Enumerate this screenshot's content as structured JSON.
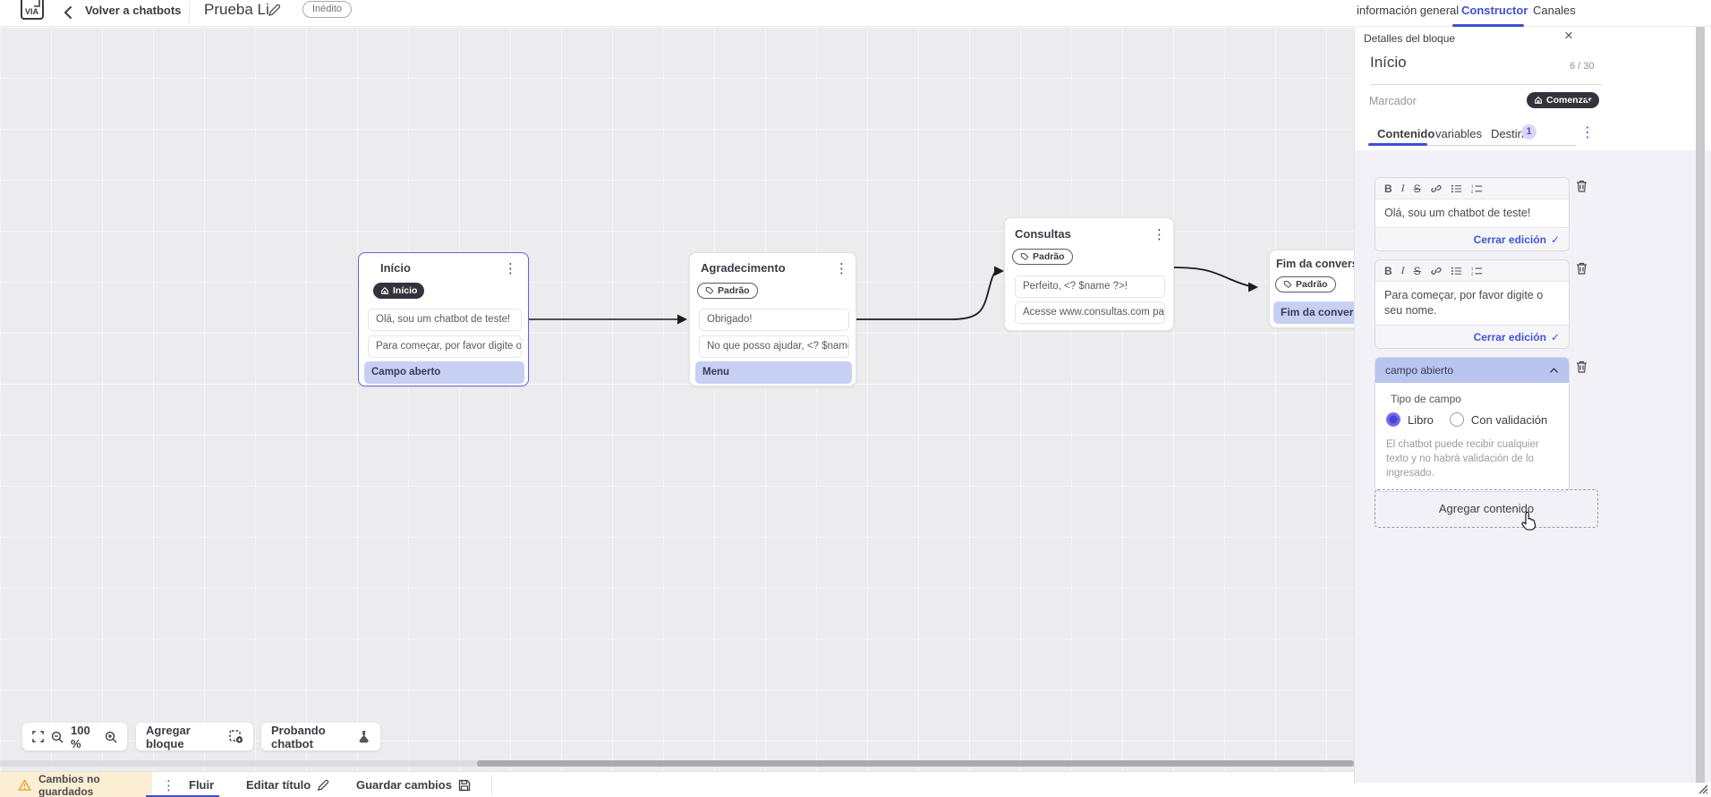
{
  "topbar": {
    "back_label": "Volver a chatbots",
    "title": "Prueba Li",
    "status_badge": "Inédito",
    "tabs": [
      {
        "label": "información general",
        "active": false
      },
      {
        "label": "Constructor",
        "active": true
      },
      {
        "label": "Canales",
        "active": false
      }
    ]
  },
  "panel": {
    "header": "Detalles del bloque",
    "block_title": "Início",
    "title_counter": "6 / 30",
    "marker_label": "Marcador",
    "marker_value": "Comenzar",
    "content_tabs": {
      "contenido": "Contenido",
      "variables": "variables",
      "destino": "Destino",
      "destino_badge": "1"
    },
    "editor_toolbar": {
      "bold": "B",
      "italic": "I",
      "strike": "S"
    },
    "editors": [
      {
        "text": "Olá, sou um chatbot de teste!",
        "close_label": "Cerrar edición"
      },
      {
        "text": "Para começar, por favor digite o seu nome.",
        "close_label": "Cerrar edición"
      }
    ],
    "open_field": {
      "header": "campo abierto",
      "type_label": "Tipo de campo",
      "option_free": "Libro",
      "option_validated": "Con validación",
      "helper": "El chatbot puede recibir cualquier texto y no habrá validación de lo ingresado."
    },
    "add_content_label": "Agregar contenido"
  },
  "canvas": {
    "blocks": [
      {
        "title": "Início",
        "badge": "Início",
        "items": [
          {
            "text": "Olá, sou um chatbot de teste!"
          },
          {
            "text": "Para começar, por favor digite o ..."
          },
          {
            "text": "Campo aberto"
          }
        ]
      },
      {
        "title": "Agradecimento",
        "badge": "Padrão",
        "items": [
          {
            "text": "Obrigado!"
          },
          {
            "text": "No que posso ajudar, <? $name ..."
          },
          {
            "text": "Menu"
          }
        ]
      },
      {
        "title": "Consultas",
        "badge": "Padrão",
        "items": [
          {
            "text": "Perfeito, <? $name ?>!"
          },
          {
            "text": "Acesse www.consultas.com par..."
          }
        ]
      },
      {
        "title": "Fim da conversa",
        "badge": "Padrão",
        "items": [
          {
            "text": "Fim da conversa"
          }
        ]
      }
    ]
  },
  "canvas_toolbar": {
    "zoom_level": "100 %",
    "add_block_label": "Agregar bloque",
    "test_label": "Probando chatbot"
  },
  "statusbar": {
    "unsaved_label": "Cambios no guardados",
    "flow_tab": "Fluir",
    "edit_title_label": "Editar título",
    "save_label": "Guardar cambios"
  },
  "icons": {
    "check": "✓",
    "close": "×",
    "kebab": "⋮"
  },
  "colors": {
    "accent_blue": "#3f4fd8",
    "selection_purple": "#6064dc",
    "lavender_item": "#c7d0f3",
    "dark_pill": "#33333d",
    "open_field_header": "#b9c4f0",
    "warning_bg": "#fbeed2",
    "warning_icon": "#e2a63b",
    "panel_bg": "#f2f1f8",
    "canvas_bg": "#ececee"
  }
}
